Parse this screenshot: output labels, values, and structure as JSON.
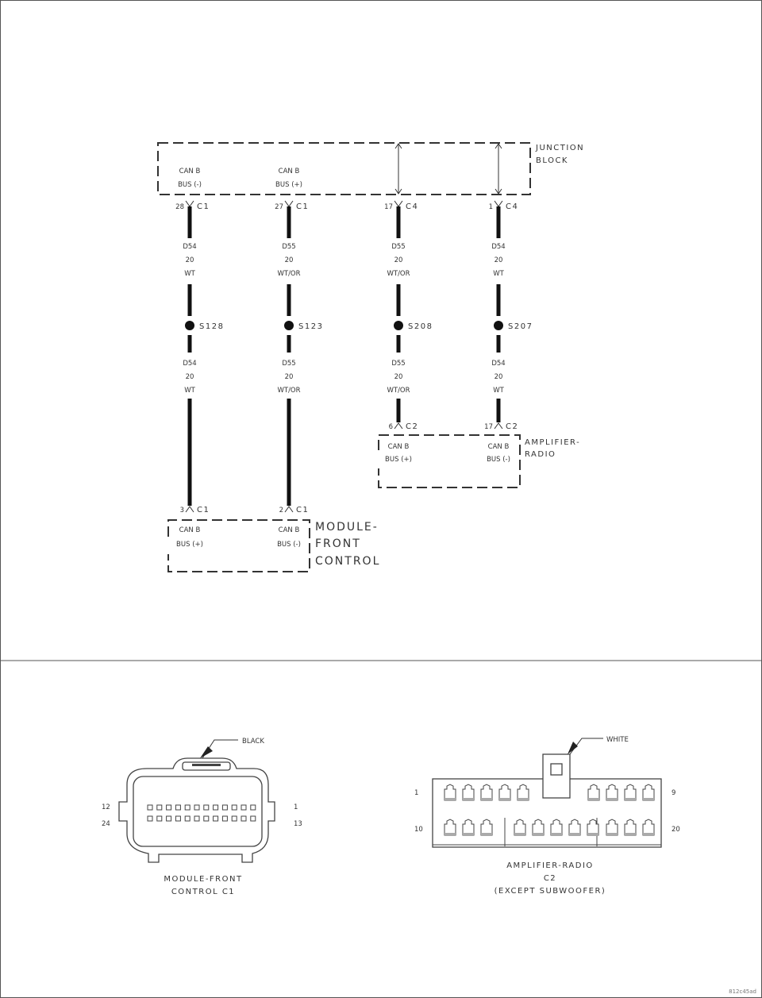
{
  "junction_block": {
    "label_line1": "JUNCTION",
    "label_line2": "BLOCK",
    "pins": [
      {
        "name_line1": "CAN B",
        "name_line2": "BUS (-)",
        "pin": "28",
        "connector": "C1"
      },
      {
        "name_line1": "CAN B",
        "name_line2": "BUS (+)",
        "pin": "27",
        "connector": "C1"
      },
      {
        "pin": "17",
        "connector": "C4"
      },
      {
        "pin": "1",
        "connector": "C4"
      }
    ]
  },
  "wires": [
    {
      "circuit": "D54",
      "gauge": "20",
      "color": "WT",
      "splice": "S128"
    },
    {
      "circuit": "D55",
      "gauge": "20",
      "color": "WT/OR",
      "splice": "S123"
    },
    {
      "circuit": "D55",
      "gauge": "20",
      "color": "WT/OR",
      "splice": "S208"
    },
    {
      "circuit": "D54",
      "gauge": "20",
      "color": "WT",
      "splice": "S207"
    }
  ],
  "amplifier_radio": {
    "label_line1": "AMPLIFIER-",
    "label_line2": "RADIO",
    "pins": [
      {
        "pin": "6",
        "connector": "C2",
        "name_line1": "CAN B",
        "name_line2": "BUS (+)"
      },
      {
        "pin": "17",
        "connector": "C2",
        "name_line1": "CAN B",
        "name_line2": "BUS (-)"
      }
    ]
  },
  "module_front_control": {
    "label_line1": "MODULE-",
    "label_line2": "FRONT",
    "label_line3": "CONTROL",
    "pins": [
      {
        "pin": "3",
        "connector": "C1",
        "name_line1": "CAN B",
        "name_line2": "BUS (+)"
      },
      {
        "pin": "2",
        "connector": "C1",
        "name_line1": "CAN B",
        "name_line2": "BUS (-)"
      }
    ]
  },
  "connector_views": {
    "mfc": {
      "color_callout": "BLACK",
      "pin_tl": "12",
      "pin_bl": "24",
      "pin_tr": "1",
      "pin_br": "13",
      "caption_line1": "MODULE-FRONT",
      "caption_line2": "CONTROL C1"
    },
    "amp": {
      "color_callout": "WHITE",
      "pin_tl": "1",
      "pin_bl": "10",
      "pin_tr": "9",
      "pin_br": "20",
      "caption_line1": "AMPLIFIER-RADIO",
      "caption_line2": "C2",
      "caption_line3": "(EXCEPT SUBWOOFER)"
    }
  },
  "figure_id": "812c45ad"
}
